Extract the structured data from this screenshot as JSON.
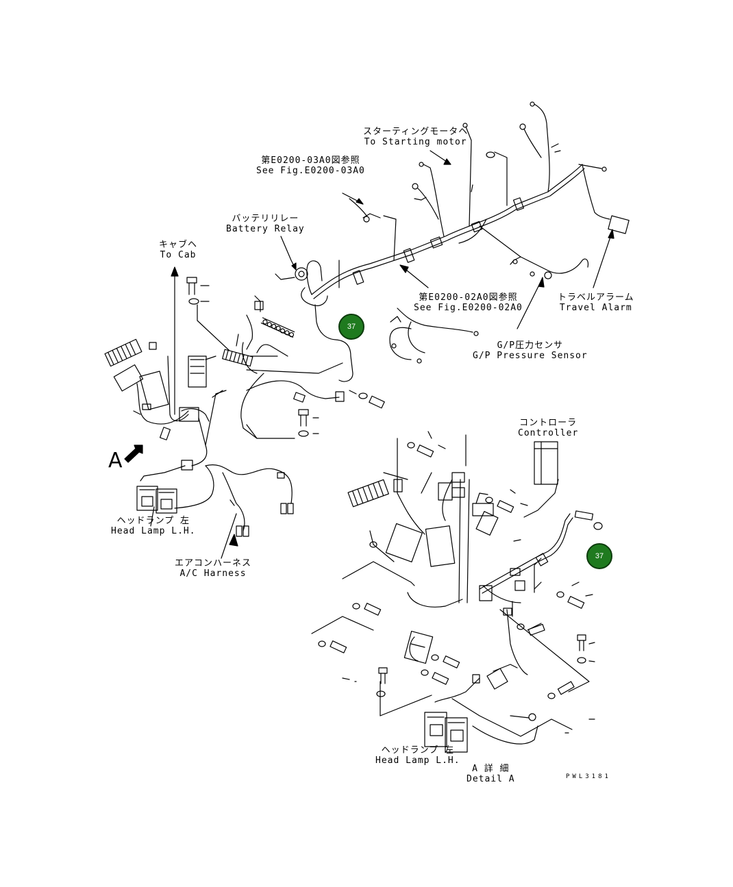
{
  "colors": {
    "callout_fill": "#1f7a1f",
    "line": "#000000"
  },
  "labels": {
    "starting_motor_jp": "スターティングモータヘ",
    "starting_motor_en": "To Starting motor",
    "fig_0300_jp": "第E0200-03A0図参照",
    "fig_0300_en": "See Fig.E0200-03A0",
    "battery_relay_jp": "バッテリリレー",
    "battery_relay_en": "Battery Relay",
    "to_cab_jp": "キャブヘ",
    "to_cab_en": "To Cab",
    "fig_0200_jp": "第E0200-02A0図参照",
    "fig_0200_en": "See Fig.E0200-02A0",
    "travel_alarm_jp": "トラベルアラーム",
    "travel_alarm_en": "Travel Alarm",
    "gp_sensor_jp": "G/P圧力センサ",
    "gp_sensor_en": "G/P Pressure Sensor",
    "controller_jp": "コントローラ",
    "controller_en": "Controller",
    "head_lamp_jp": "ヘッドランプ 左",
    "head_lamp_en": "Head Lamp L.H.",
    "ac_harness_jp": "エアコンハーネス",
    "ac_harness_en": "A/C Harness",
    "view_a": "A",
    "detail_a_jp": "A 詳 細",
    "detail_a_en": "Detail A",
    "drawing_code": "PWL3181"
  },
  "callouts": [
    {
      "number": "37"
    },
    {
      "number": "37"
    }
  ]
}
